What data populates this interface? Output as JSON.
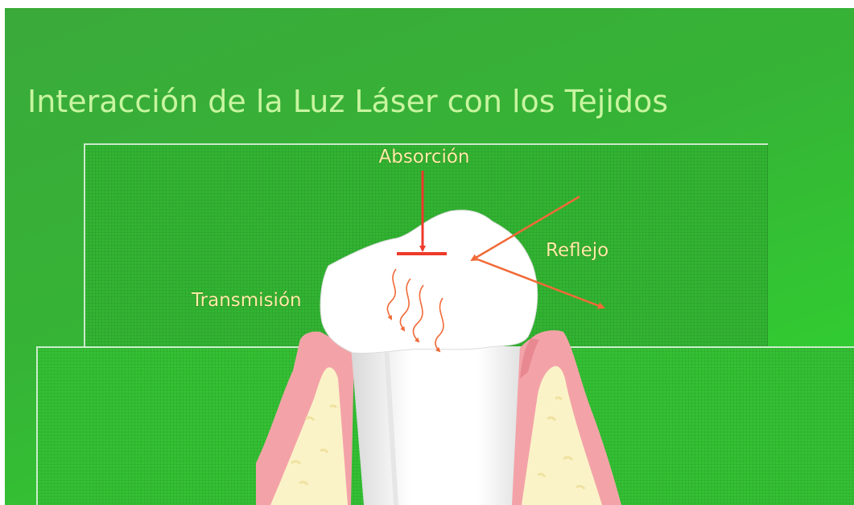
{
  "slide": {
    "title": "Interacción de la Luz Láser con los Tejidos"
  },
  "diagram": {
    "labels": {
      "absorption": "Absorción",
      "reflection": "Reflejo",
      "transmission": "Transmisión"
    },
    "colors": {
      "background_green": "#36b436",
      "title_text": "#c8f5a0",
      "label_text": "#fff0a8",
      "absorption_arrow": "#ee3a2a",
      "reflection_arrow": "#f06a38",
      "transmission_arrows": "#f06a38",
      "gum": "#f3a3a8",
      "bone": "#fbf3c8",
      "tooth": "#ffffff"
    }
  }
}
